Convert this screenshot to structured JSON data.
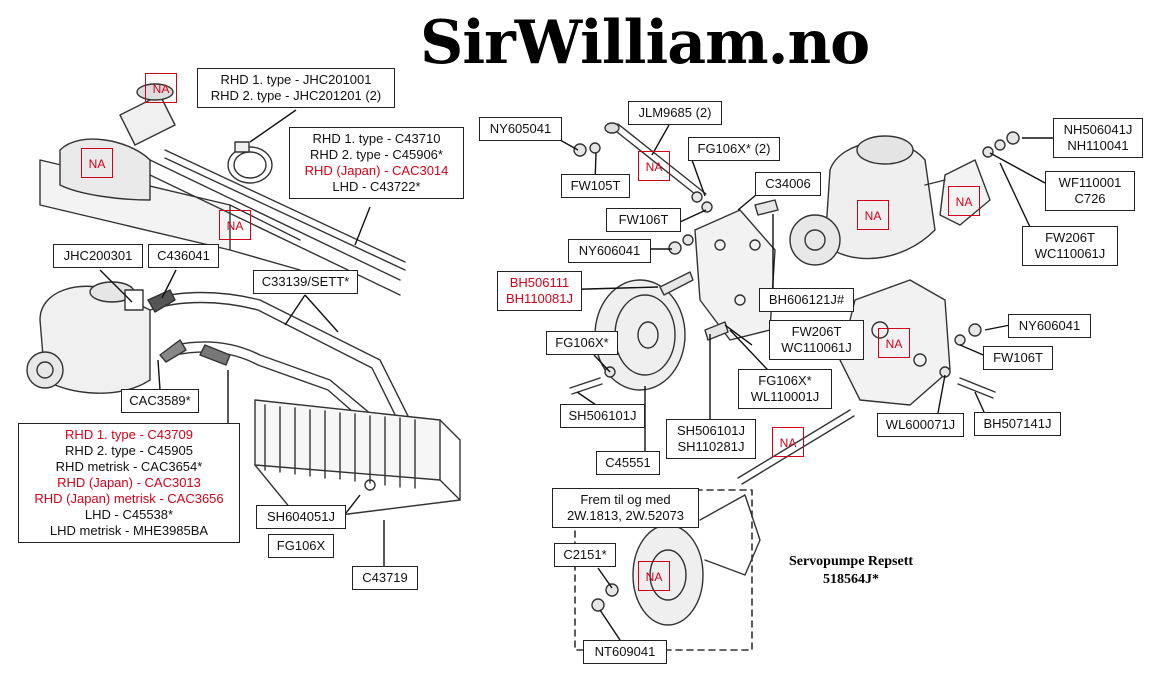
{
  "title": "SirWilliam.no",
  "na_text": "NA",
  "labels": {
    "jhc201001": {
      "lines": [
        {
          "text": "RHD 1. type - JHC201001",
          "red": false
        },
        {
          "text": "RHD 2. type - JHC201201 (2)",
          "red": false
        }
      ]
    },
    "c43710": {
      "lines": [
        {
          "text": "RHD 1. type - C43710",
          "red": false
        },
        {
          "text": "RHD 2. type - C45906*",
          "red": false
        },
        {
          "text": "RHD (Japan) - CAC3014",
          "red": true
        },
        {
          "text": "LHD - C43722*",
          "red": false
        }
      ]
    },
    "jhc200301": {
      "lines": [
        {
          "text": "JHC200301",
          "red": false
        }
      ]
    },
    "c436041": {
      "lines": [
        {
          "text": "C436041",
          "red": false
        }
      ]
    },
    "c33139": {
      "lines": [
        {
          "text": "C33139/SETT*",
          "red": false
        }
      ]
    },
    "cac3589": {
      "lines": [
        {
          "text": "CAC3589*",
          "red": false
        }
      ]
    },
    "c43709": {
      "lines": [
        {
          "text": "RHD 1. type - C43709",
          "red": true
        },
        {
          "text": "RHD 2. type - C45905",
          "red": false
        },
        {
          "text": "RHD metrisk - CAC3654*",
          "red": false
        },
        {
          "text": "RHD (Japan) - CAC3013",
          "red": true
        },
        {
          "text": "RHD (Japan) metrisk - CAC3656",
          "red": true
        },
        {
          "text": "LHD - C45538*",
          "red": false
        },
        {
          "text": "LHD metrisk - MHE3985BA",
          "red": false
        }
      ]
    },
    "sh604051j": {
      "lines": [
        {
          "text": "SH604051J",
          "red": false
        }
      ]
    },
    "fg106x_left": {
      "lines": [
        {
          "text": "FG106X",
          "red": false
        }
      ]
    },
    "c43719": {
      "lines": [
        {
          "text": "C43719",
          "red": false
        }
      ]
    },
    "ny605041": {
      "lines": [
        {
          "text": "NY605041",
          "red": false
        }
      ]
    },
    "jlm9685": {
      "lines": [
        {
          "text": "JLM9685 (2)",
          "red": false
        }
      ]
    },
    "fg106x_2": {
      "lines": [
        {
          "text": "FG106X* (2)",
          "red": false
        }
      ]
    },
    "fw105t": {
      "lines": [
        {
          "text": "FW105T",
          "red": false
        }
      ]
    },
    "c34006": {
      "lines": [
        {
          "text": "C34006",
          "red": false
        }
      ]
    },
    "fw106t_a": {
      "lines": [
        {
          "text": "FW106T",
          "red": false
        }
      ]
    },
    "ny606041_a": {
      "lines": [
        {
          "text": "NY606041",
          "red": false
        }
      ]
    },
    "bh506111": {
      "lines": [
        {
          "text": "BH506111",
          "red": true
        },
        {
          "text": "BH110081J",
          "red": true
        }
      ]
    },
    "bh606121j": {
      "lines": [
        {
          "text": "BH606121J#",
          "red": false
        }
      ]
    },
    "fg106x_3": {
      "lines": [
        {
          "text": "FG106X*",
          "red": false
        }
      ]
    },
    "fw206t_a": {
      "lines": [
        {
          "text": "FW206T",
          "red": false
        },
        {
          "text": "WC110061J",
          "red": false
        }
      ]
    },
    "fg106x_4": {
      "lines": [
        {
          "text": "FG106X*",
          "red": false
        },
        {
          "text": "WL110001J",
          "red": false
        }
      ]
    },
    "sh506101j_a": {
      "lines": [
        {
          "text": "SH506101J",
          "red": false
        }
      ]
    },
    "sh506101j_b": {
      "lines": [
        {
          "text": "SH506101J",
          "red": false
        },
        {
          "text": "SH110281J",
          "red": false
        }
      ]
    },
    "c45551": {
      "lines": [
        {
          "text": "C45551",
          "red": false
        }
      ]
    },
    "nh506041j": {
      "lines": [
        {
          "text": "NH506041J",
          "red": false
        },
        {
          "text": "NH110041",
          "red": false
        }
      ]
    },
    "wf110001": {
      "lines": [
        {
          "text": "WF110001",
          "red": false
        },
        {
          "text": "C726",
          "red": false
        }
      ]
    },
    "fw206t_b": {
      "lines": [
        {
          "text": "FW206T",
          "red": false
        },
        {
          "text": "WC110061J",
          "red": false
        }
      ]
    },
    "ny606041_b": {
      "lines": [
        {
          "text": "NY606041",
          "red": false
        }
      ]
    },
    "fw106t_b": {
      "lines": [
        {
          "text": "FW106T",
          "red": false
        }
      ]
    },
    "wl600071j": {
      "lines": [
        {
          "text": "WL600071J",
          "red": false
        }
      ]
    },
    "bh507141j": {
      "lines": [
        {
          "text": "BH507141J",
          "red": false
        }
      ]
    },
    "frem": {
      "lines": [
        {
          "text": "Frem til og med",
          "red": false
        },
        {
          "text": "2W.1813, 2W.52073",
          "red": false
        }
      ]
    },
    "c2151": {
      "lines": [
        {
          "text": "C2151*",
          "red": false
        }
      ]
    },
    "nt609041": {
      "lines": [
        {
          "text": "NT609041",
          "red": false
        }
      ]
    }
  },
  "repsett": {
    "line1": "Servopumpe Repsett",
    "line2": "518564J*"
  },
  "colors": {
    "ink": "#222222",
    "accent_red": "#d0021b",
    "background": "#ffffff"
  }
}
